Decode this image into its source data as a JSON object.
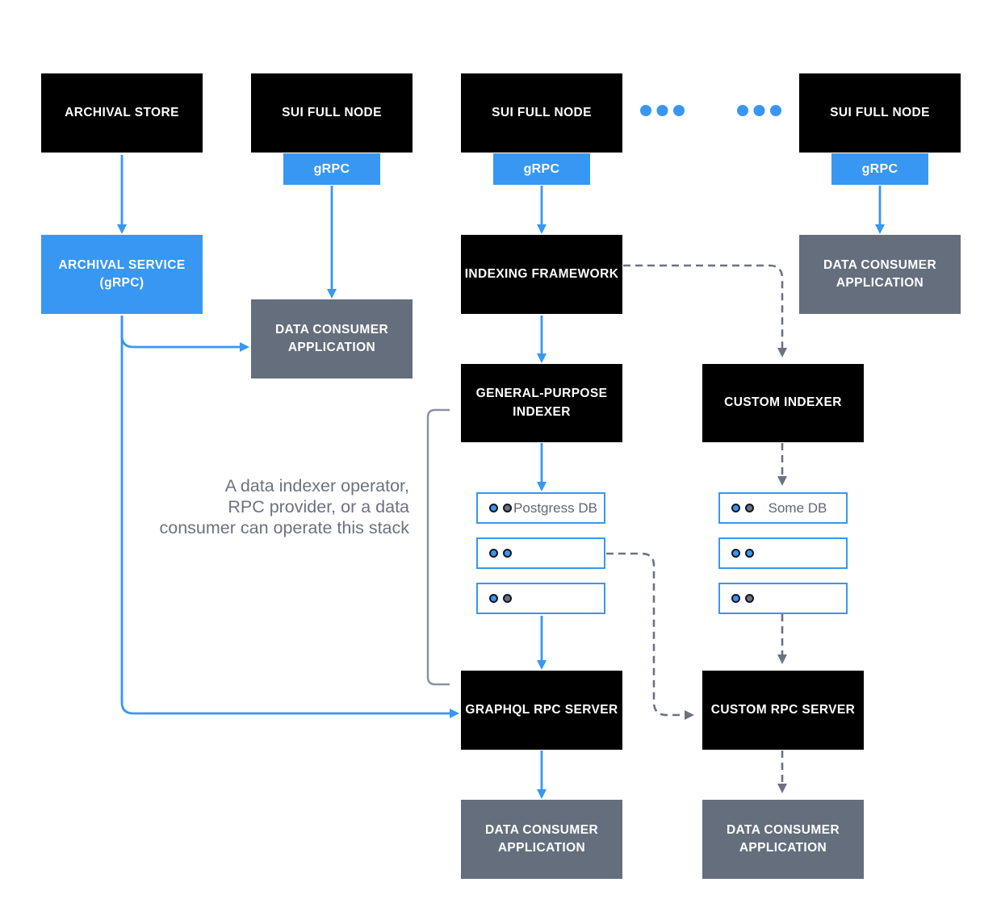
{
  "colors": {
    "blue": "#3797f3",
    "black": "#000000",
    "gray": "#646e7d",
    "dash": "#6b7280",
    "bracket": "#8a92a0",
    "muted_text": "#6b7280",
    "db_text": "#5d6877"
  },
  "nodes": {
    "archival_store": {
      "label": "ARCHIVAL STORE"
    },
    "sui_full_node_1": {
      "label": "SUI FULL NODE"
    },
    "sui_full_node_2": {
      "label": "SUI FULL NODE"
    },
    "sui_full_node_3": {
      "label": "SUI FULL NODE"
    },
    "grpc_badge_1": {
      "label": "gRPC"
    },
    "grpc_badge_2": {
      "label": "gRPC"
    },
    "grpc_badge_3": {
      "label": "gRPC"
    },
    "archival_service": {
      "label": "ARCHIVAL SERVICE (gRPC)"
    },
    "indexing_framework": {
      "label": "INDEXING FRAMEWORK"
    },
    "data_consumer_app_left": {
      "label": "DATA CONSUMER APPLICATION"
    },
    "data_consumer_app_top_right": {
      "label": "DATA CONSUMER APPLICATION"
    },
    "general_purpose_indexer": {
      "label": "GENERAL-PURPOSE INDEXER"
    },
    "custom_indexer": {
      "label": "CUSTOM INDEXER"
    },
    "postgres_db": {
      "label": "Postgress DB"
    },
    "some_db": {
      "label": "Some DB"
    },
    "graphql_rpc_server": {
      "label": "GRAPHQL RPC SERVER"
    },
    "custom_rpc_server": {
      "label": "CUSTOM RPC SERVER"
    },
    "data_consumer_app_bottom_left": {
      "label": "DATA CONSUMER APPLICATION"
    },
    "data_consumer_app_bottom_right": {
      "label": "DATA CONSUMER APPLICATION"
    }
  },
  "annotation": {
    "line1": "A data indexer operator,",
    "line2": "RPC provider, or a data",
    "line3": "consumer can operate this stack"
  }
}
